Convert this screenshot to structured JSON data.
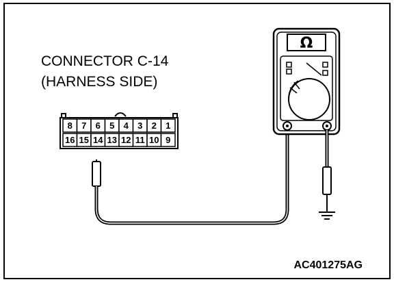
{
  "connector": {
    "title_line1": "CONNECTOR C-14",
    "title_line2": "(HARNESS SIDE)",
    "top_row_pins": [
      "8",
      "7",
      "6",
      "5",
      "4",
      "3",
      "2",
      "1"
    ],
    "bottom_row_pins": [
      "16",
      "15",
      "14",
      "13",
      "12",
      "11",
      "10",
      "9"
    ],
    "probed_pin": "14"
  },
  "meter": {
    "symbol": "Ω",
    "icon": "ohmmeter-icon"
  },
  "ground": {
    "icon": "ground-symbol-icon"
  },
  "figure_id": "AC401275AG"
}
